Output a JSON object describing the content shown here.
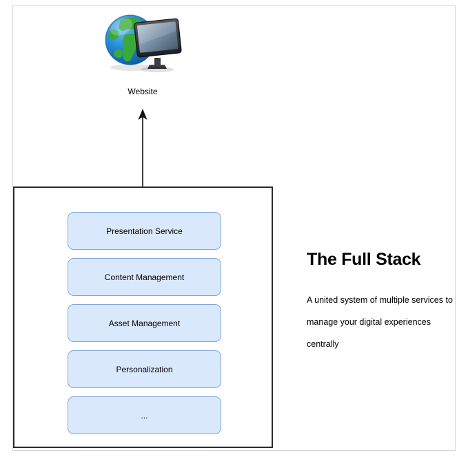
{
  "diagram": {
    "website_node": {
      "label": "Website",
      "icon": "globe-monitor-icon"
    },
    "connector": {
      "icon": "arrow-up-icon"
    },
    "stack": {
      "services": [
        {
          "label": "Presentation Service"
        },
        {
          "label": "Content Management"
        },
        {
          "label": "Asset Management"
        },
        {
          "label": "Personalization"
        },
        {
          "label": "..."
        }
      ]
    },
    "info": {
      "title": "The Full Stack",
      "body": "A united system of multiple services to manage your digital experiences centrally"
    },
    "colors": {
      "service_fill": "#dae8fc",
      "service_border": "#7ea6e0",
      "container_border": "#2b2b2b",
      "frame_border": "#d4d4d4",
      "text": "#000000"
    }
  }
}
